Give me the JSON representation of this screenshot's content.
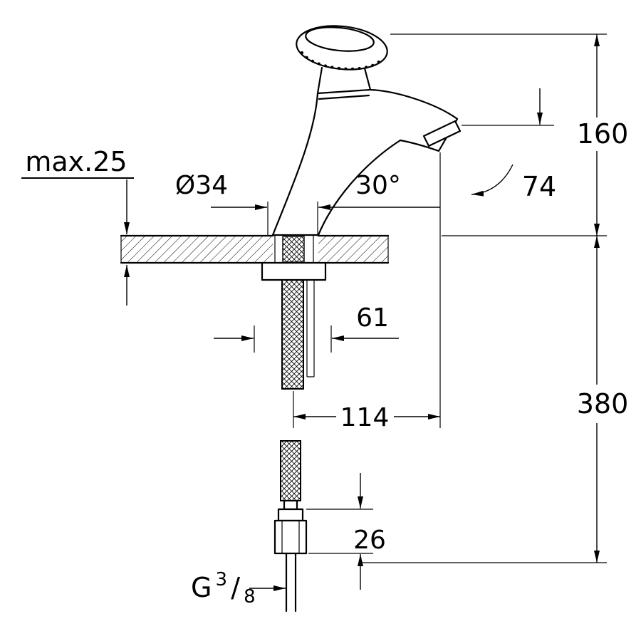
{
  "drawing": {
    "kind": "technical-dimension-drawing",
    "subject": "single-lever basin pillar tap with mounting shank and flexible connection hose",
    "background_color": "#ffffff",
    "line_color": "#000000"
  },
  "dimensions": {
    "max_deck_thickness": "max.25",
    "base_diameter": "Ø34",
    "spout_angle": "30°",
    "overall_height": "160",
    "outlet_height": "74",
    "offset_61": "61",
    "projection_114": "114",
    "hose_length_380": "380",
    "nut_height_26": "26",
    "thread": {
      "g": "G",
      "numerator": "3",
      "slash": "/",
      "denominator": "8"
    }
  }
}
